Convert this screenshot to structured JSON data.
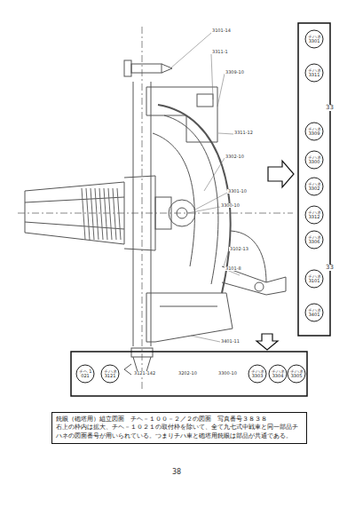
{
  "diagram": {
    "nodes": [
      {
        "text": [
          "銃眼（砲塔用）組立図面　チヘ－１００－２／２の図面　写真番号３８３８",
          "右上の枠内は拡大、チヘ－１０２１の取付枠を除いて、全て九七式中戦車と同一部品チハネの図面番号が用いられている。つまりチハ車と砲塔用銃眼は部品が共通である。"
        ]
      },
      {
        "text": [
          "チハネ 3301"
        ]
      },
      {
        "text": [
          "チハネ 3311"
        ]
      },
      {
        "text": [
          "チハネ 3309"
        ]
      },
      {
        "text": [
          "チハネ 3300"
        ]
      },
      {
        "text": [
          "チハネ 3302"
        ]
      },
      {
        "text": [
          "チハネ 3312"
        ]
      },
      {
        "text": [
          "チハネ 3306"
        ]
      },
      {
        "text": [
          "チハネ 3101"
        ]
      },
      {
        "text": [
          "チハネ 3401"
        ]
      },
      {
        "text": [
          "チヘ 1021"
        ]
      },
      {
        "text": [
          "チハネ 3121"
        ]
      },
      {
        "text": [
          "チハネ 3303"
        ]
      },
      {
        "text": [
          "チハネ 3304"
        ]
      },
      {
        "text": [
          "チハネ 3305"
        ]
      }
    ],
    "labels": [
      "3101-14",
      "3311-1",
      "3309-10",
      "3311-12",
      "3302-10",
      "3301-10",
      "3300-10",
      "3102-13",
      "3101-8",
      "3401-11",
      "3121-142",
      "3202-10",
      "3300-10",
      "33",
      "33",
      "38"
    ]
  }
}
